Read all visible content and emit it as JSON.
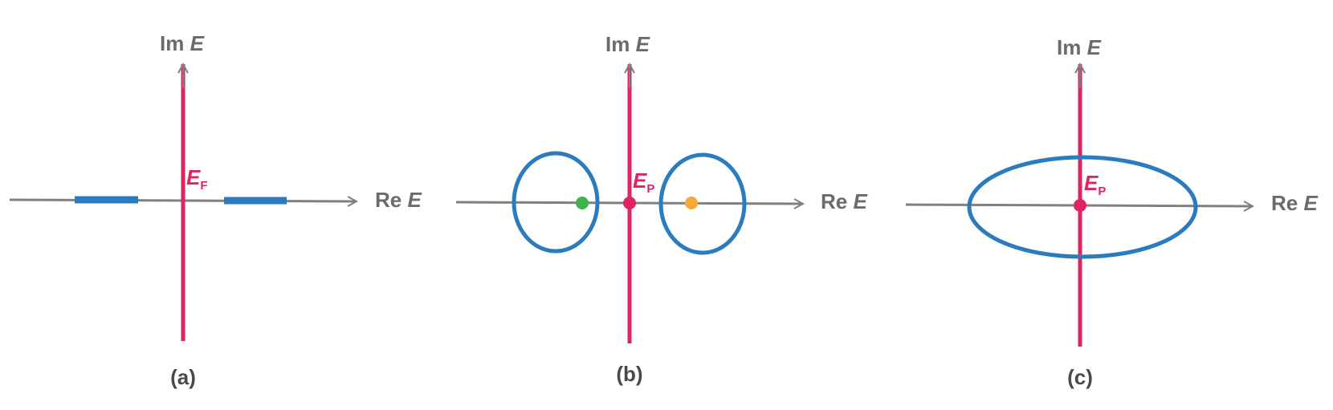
{
  "colors": {
    "axis": "#808080",
    "text": "#6b6b6b",
    "panel_label": "#4a4a4a",
    "magenta": "#e0245e",
    "blue": "#2b7bbf",
    "green": "#3ab54a",
    "orange": "#f7a937"
  },
  "axis_labels": {
    "im_prefix": "Im",
    "re_prefix": "Re",
    "variable": "E"
  },
  "panels": [
    {
      "label": "(a)",
      "energy_symbol": "E",
      "energy_subscript": "F"
    },
    {
      "label": "(b)",
      "energy_symbol": "E",
      "energy_subscript": "P"
    },
    {
      "label": "(c)",
      "energy_symbol": "E",
      "energy_subscript": "P"
    }
  ]
}
